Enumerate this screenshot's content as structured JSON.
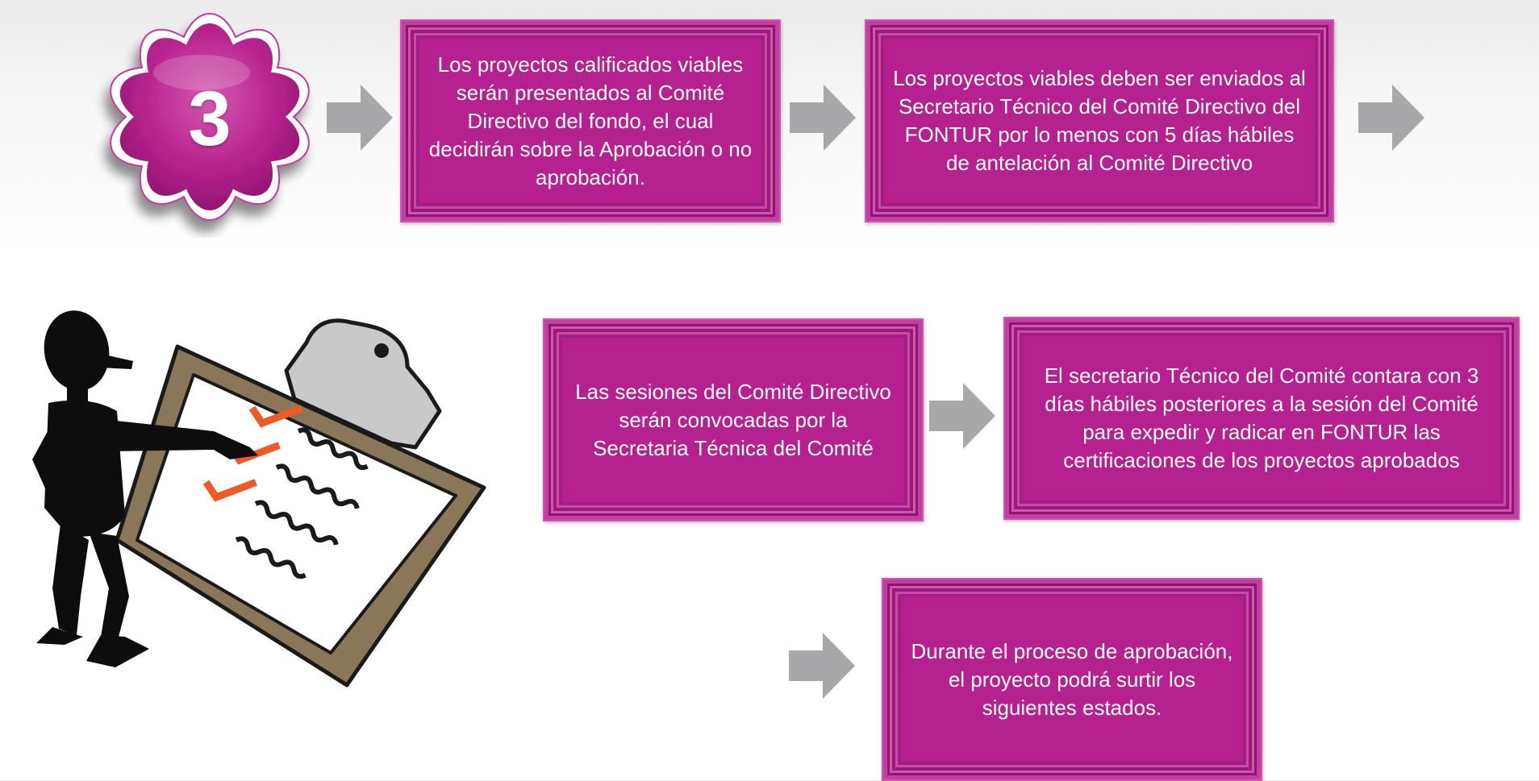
{
  "badge": {
    "number": "3"
  },
  "steps": [
    {
      "text": "Los proyectos calificados viables serán presentados al Comité Directivo del fondo, el cual decidirán sobre la Aprobación o no aprobación."
    },
    {
      "text": "Los proyectos viables deben ser enviados al Secretario Técnico del Comité Directivo del FONTUR por lo menos con 5 días hábiles de antelación al Comité Directivo"
    },
    {
      "text": "Las sesiones del Comité Directivo serán convocadas por la Secretaria Técnica del Comité"
    },
    {
      "text": "El secretario Técnico del Comité contara con 3 días hábiles posteriores a la sesión del Comité para expedir y radicar en FONTUR las certificaciones de los proyectos aprobados"
    },
    {
      "text": "Durante el proceso de aprobación, el proyecto podrá surtir los siguientes estados."
    }
  ],
  "icons": {
    "flower_badge": "scalloped-flower-badge-icon",
    "arrow": "right-arrow-icon",
    "clipart": "person-checklist-clipboard-icon"
  },
  "colors": {
    "box_magenta": "#b5218f",
    "arrow_gray": "#a8a8aa",
    "badge_magenta": "#b8238f",
    "clipboard_brown": "#8a7659"
  }
}
